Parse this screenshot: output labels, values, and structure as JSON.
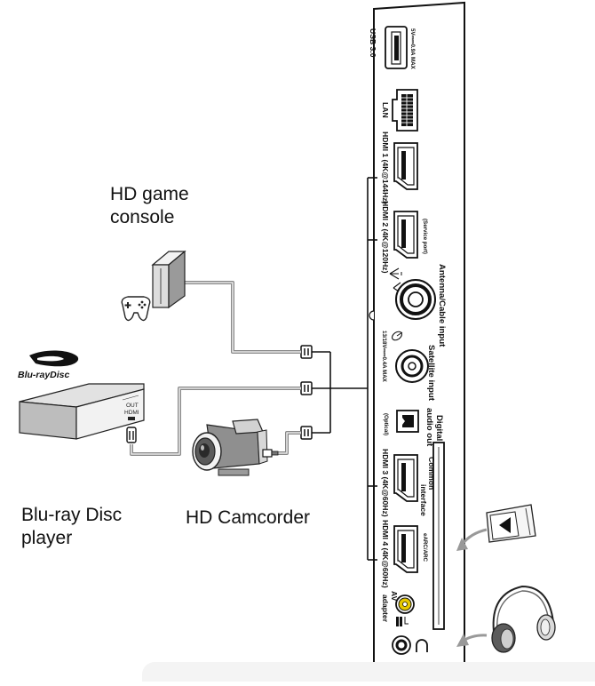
{
  "captions": {
    "game_console": [
      "HD game",
      "console"
    ],
    "bluray_player": [
      "Blu-ray Disc",
      "player"
    ],
    "camcorder": "HD Camcorder"
  },
  "bluray_logo": {
    "text": "Blu-rayDisc"
  },
  "player_labels": {
    "out": "OUT",
    "hdmi": "HDMI"
  },
  "panel": {
    "ports": [
      {
        "id": "usb",
        "label": "USB 3.0",
        "sublabel": "5V⎓⎓0.9A MAX"
      },
      {
        "id": "lan",
        "label": "LAN"
      },
      {
        "id": "hdmi1",
        "label": "HDMI 1 (4K@144Hz)"
      },
      {
        "id": "hdmi2",
        "label": "HDMI 2 (4K@120Hz)",
        "sublabel": "(Service port)"
      },
      {
        "id": "antenna",
        "label": "Antenna/Cable input"
      },
      {
        "id": "satellite",
        "label": "Satellite input",
        "sublabel": "13/18V⎓⎓0.4A MAX"
      },
      {
        "id": "optical",
        "label": "Digital audio out",
        "label_lines": [
          "Digital",
          "audio out"
        ],
        "sublabel": "(Optical)"
      },
      {
        "id": "hdmi3",
        "label": "HDMI 3 (4K@60Hz)"
      },
      {
        "id": "ci",
        "label": "Common interface",
        "label_lines": [
          "Common",
          "interface"
        ]
      },
      {
        "id": "hdmi4",
        "label": "HDMI 4 (4K@60Hz)",
        "sublabel": "eARC/ARC"
      },
      {
        "id": "av",
        "label": "AV adapter",
        "label_lines": [
          "AV",
          "adapter"
        ]
      }
    ]
  },
  "icons": [
    "game-controller-icon",
    "headphones-icon",
    "ci-card-icon",
    "antenna-icon",
    "satellite-icon",
    "headphone-jack-icon"
  ]
}
